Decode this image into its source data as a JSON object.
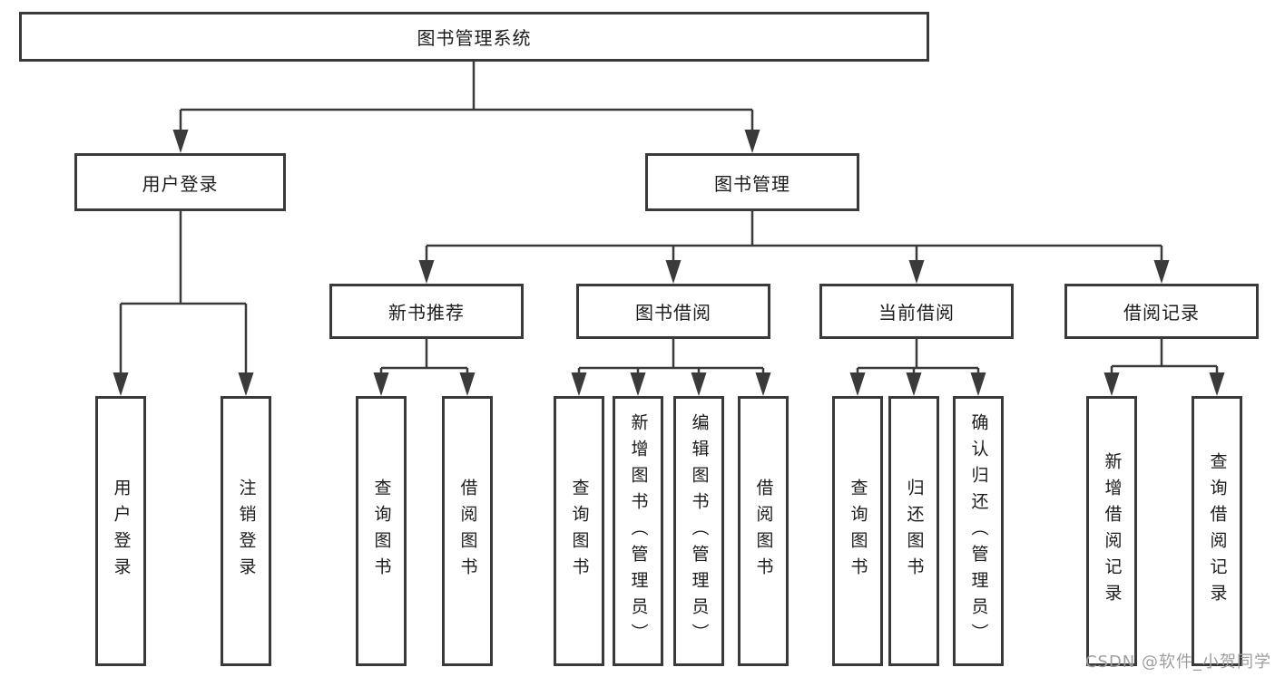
{
  "diagram": {
    "root": {
      "label": "图书管理系统"
    },
    "level2": [
      {
        "label": "用户登录"
      },
      {
        "label": "图书管理"
      }
    ],
    "level3": [
      {
        "label": "新书推荐"
      },
      {
        "label": "图书借阅"
      },
      {
        "label": "当前借阅"
      },
      {
        "label": "借阅记录"
      }
    ],
    "leaves": {
      "user_login": [
        "用户登录",
        "注销登录"
      ],
      "new_book": [
        "查询图书",
        "借阅图书"
      ],
      "book_borrow": [
        "查询图书",
        "新增图书（管理员）",
        "编辑图书（管理员）",
        "借阅图书"
      ],
      "current_borrow": [
        "查询图书",
        "归还图书",
        "确认归还（管理员）"
      ],
      "borrow_record": [
        "新增借阅记录",
        "查询借阅记录"
      ]
    }
  },
  "watermark": {
    "text": "CSDN @软件_小贺同学"
  },
  "colors": {
    "line": "#3a3a3a",
    "text": "#1c1c1c",
    "watermark": "#9e9e9e",
    "background": "#ffffff"
  }
}
